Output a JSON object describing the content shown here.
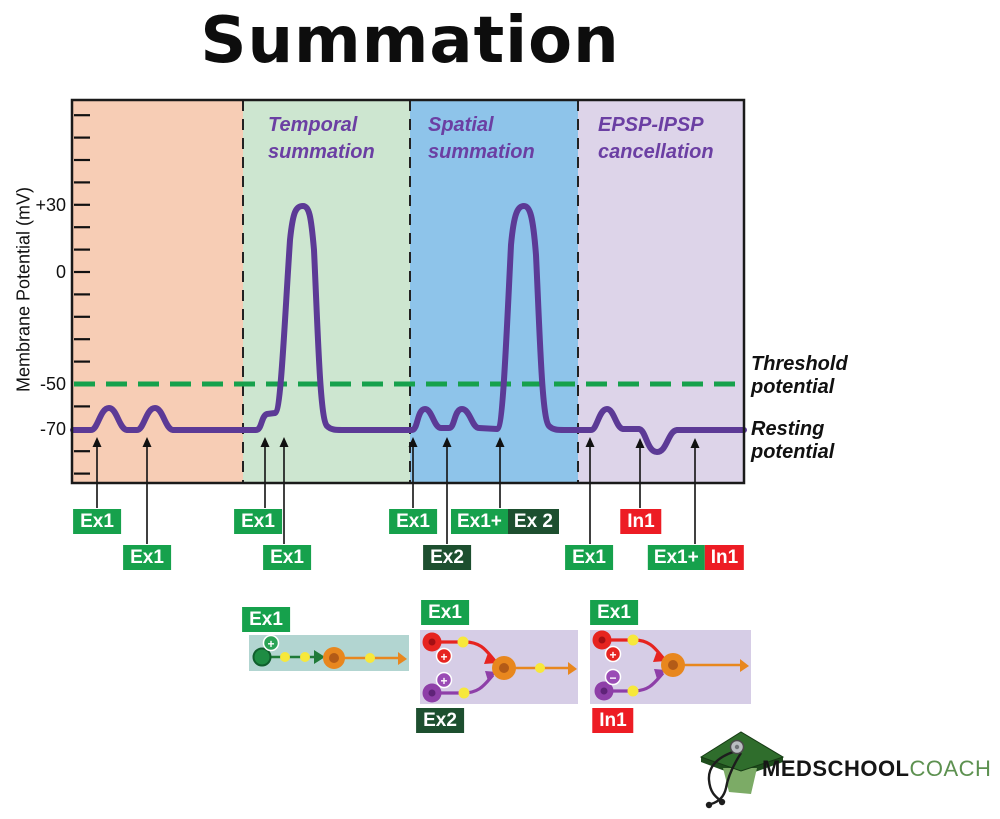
{
  "title": "Summation",
  "chart": {
    "y_axis_label": "Membrane Potential (mV)",
    "tick_labels": [
      "+30",
      "0",
      "-50",
      "-70"
    ],
    "threshold_label": "Threshold potential",
    "resting_label": "Resting potential",
    "trace_color": "#5c3a96",
    "threshold_color": "#16a14c"
  },
  "regions": [
    {
      "name": "",
      "color": "#f7cdb5"
    },
    {
      "name": "Temporal summation",
      "color": "#cde6d0"
    },
    {
      "name": "Spatial summation",
      "color": "#8ec4ea"
    },
    {
      "name": "EPSP-IPSP cancellation",
      "color": "#ddd4e9"
    }
  ],
  "badges": [
    {
      "text": "Ex1"
    },
    {
      "text": "Ex1"
    },
    {
      "text": "Ex1"
    },
    {
      "text": "Ex1"
    },
    {
      "text": "Ex1"
    },
    {
      "text": "Ex2"
    },
    {
      "left": "Ex1+",
      "right": "Ex 2"
    },
    {
      "text": "Ex1"
    },
    {
      "text": "In1"
    },
    {
      "left": "Ex1+",
      "right": "In1"
    }
  ],
  "panels": [
    {
      "top": "Ex1",
      "sign1": "+",
      "bg": "#b2d5d1"
    },
    {
      "top": "Ex1",
      "bottom": "Ex2",
      "sign1": "+",
      "sign2": "+",
      "bg": "#d6cde6"
    },
    {
      "top": "Ex1",
      "bottom": "In1",
      "sign1": "+",
      "sign2": "−",
      "bg": "#d6cde6"
    }
  ],
  "logo": {
    "black": "MEDSCHOOL",
    "green": "COACH"
  },
  "chart_data": {
    "type": "line",
    "title": "Summation",
    "ylabel": "Membrane Potential (mV)",
    "y_tick_values_mV": [
      30,
      0,
      -50,
      -70
    ],
    "threshold_mV": -50,
    "resting_mV": -70,
    "action_potential_peak_mV": 30,
    "sections": [
      {
        "label": "",
        "stimuli": [
          "Ex1",
          "Ex1"
        ]
      },
      {
        "label": "Temporal summation",
        "stimuli": [
          "Ex1",
          "Ex1"
        ]
      },
      {
        "label": "Spatial summation",
        "stimuli": [
          "Ex1",
          "Ex2",
          "Ex1+Ex 2"
        ]
      },
      {
        "label": "EPSP-IPSP cancellation",
        "stimuli": [
          "Ex1",
          "In1",
          "Ex1+ In1"
        ]
      }
    ]
  }
}
